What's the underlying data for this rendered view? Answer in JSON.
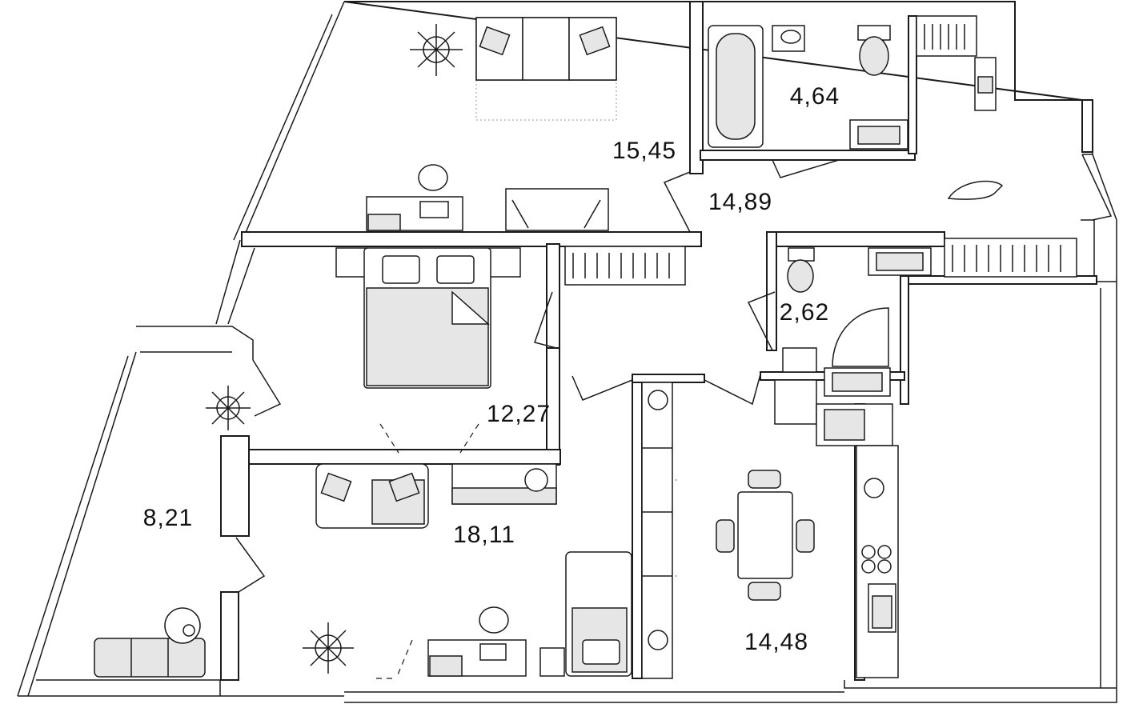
{
  "plan": {
    "rooms": [
      {
        "id": "living-top",
        "area": "15,45"
      },
      {
        "id": "bathroom",
        "area": "4,64"
      },
      {
        "id": "hall",
        "area": "14,89"
      },
      {
        "id": "wc",
        "area": "2,62"
      },
      {
        "id": "bedroom",
        "area": "12,27"
      },
      {
        "id": "living",
        "area": "18,11"
      },
      {
        "id": "balcony",
        "area": "8,21"
      },
      {
        "id": "kitchen",
        "area": "14,48"
      }
    ],
    "colors": {
      "line": "#1a1a1a",
      "furniture_fill": "#e6e6e6",
      "background": "#ffffff"
    }
  }
}
